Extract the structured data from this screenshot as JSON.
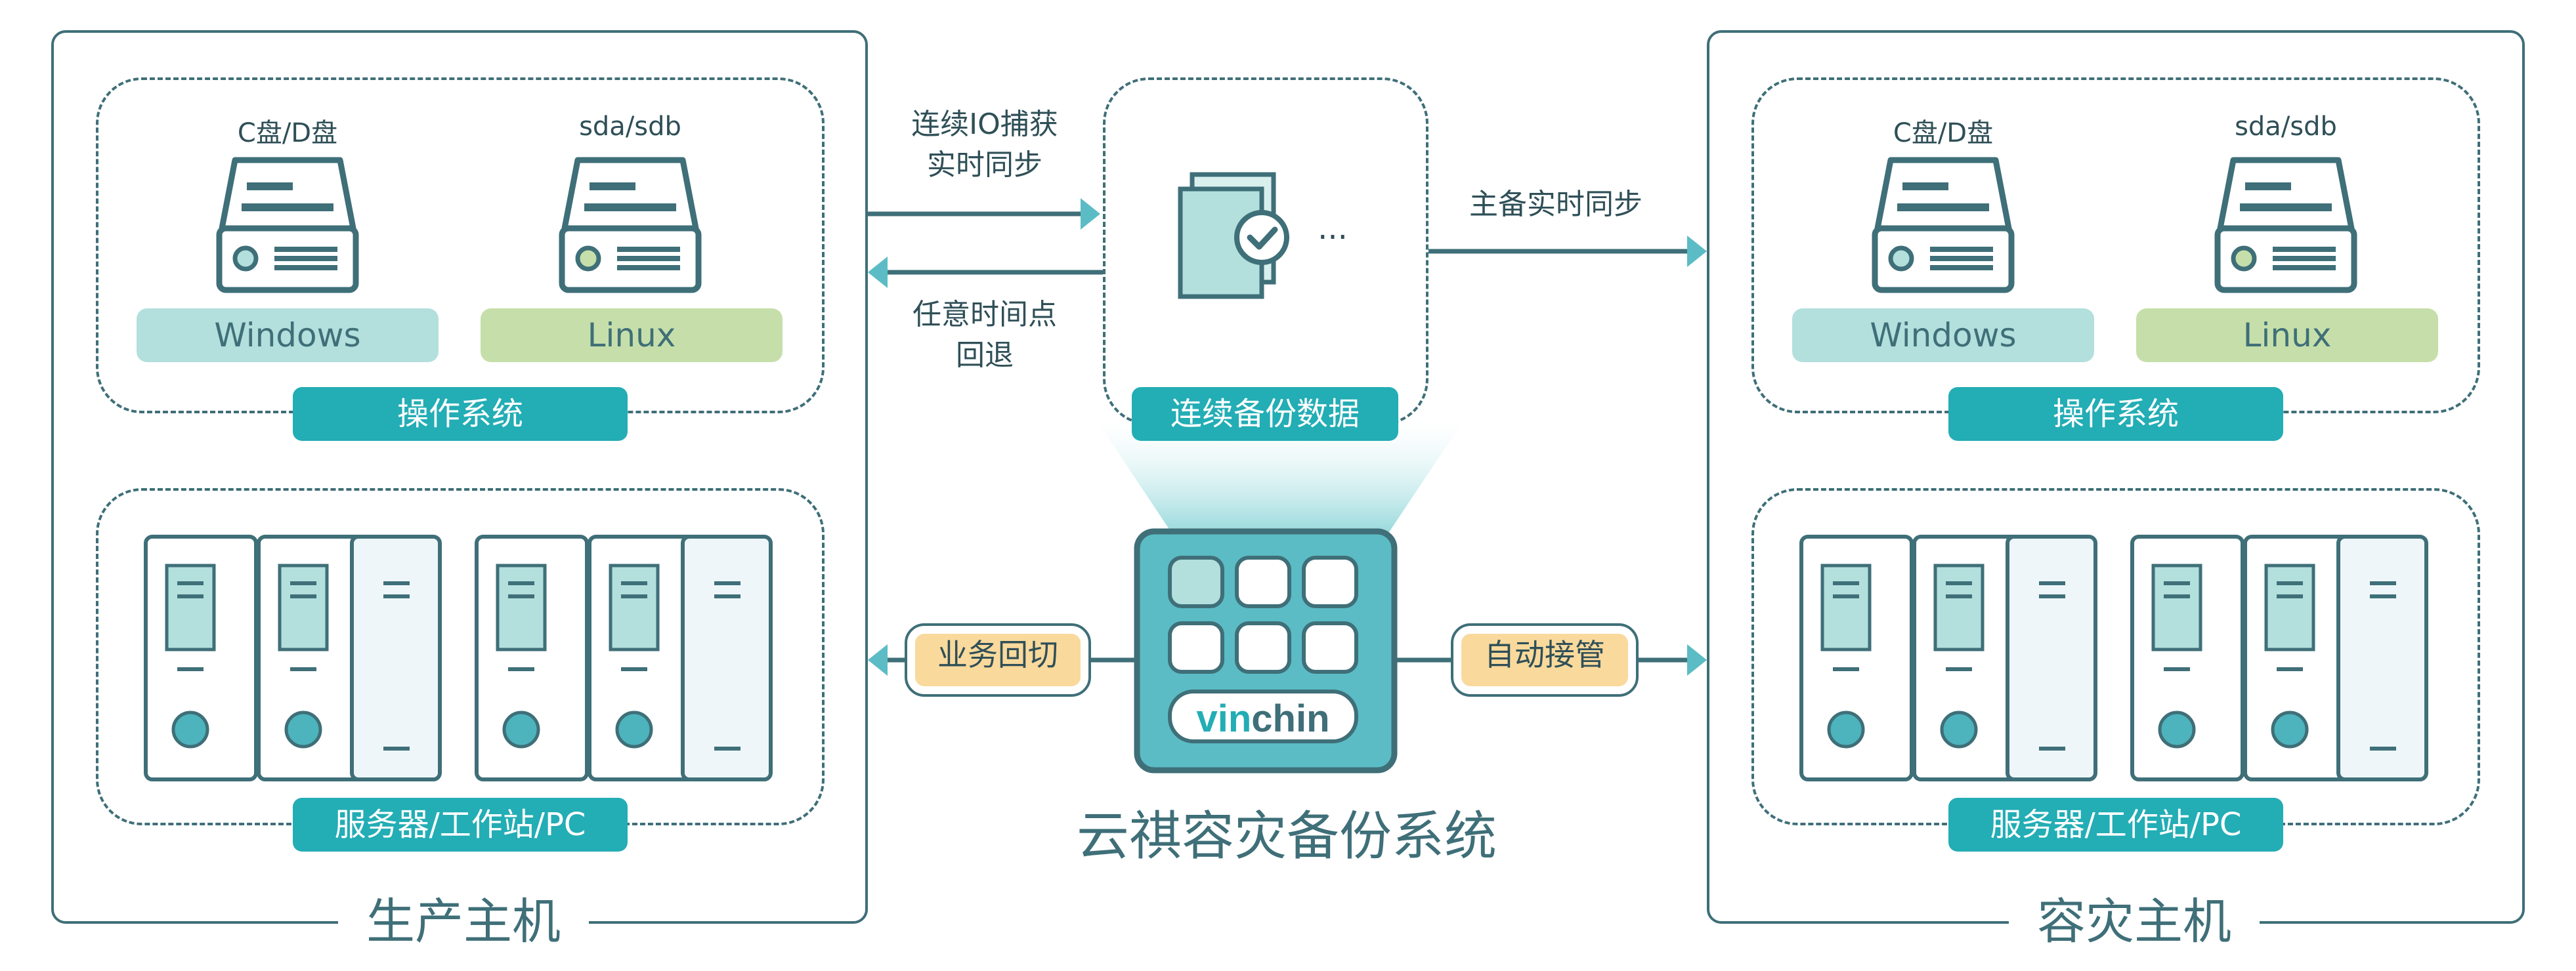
{
  "production_host": {
    "title": "生产主机",
    "disk_labels": [
      "C盘/D盘",
      "sda/sdb"
    ],
    "os_badges": [
      "Windows",
      "Linux"
    ],
    "os_pill": "操作系统",
    "server_pill": "服务器/工作站/PC"
  },
  "dr_host": {
    "title": "容灾主机",
    "disk_labels": [
      "C盘/D盘",
      "sda/sdb"
    ],
    "os_badges": [
      "Windows",
      "Linux"
    ],
    "os_pill": "操作系统",
    "server_pill": "服务器/工作站/PC"
  },
  "center": {
    "capture_line1": "连续IO捕获",
    "capture_line2": "实时同步",
    "rollback_line1": "任意时间点",
    "rollback_line2": "回退",
    "backup_pill": "连续备份数据",
    "ellipsis": "...",
    "standby_sync": "主备实时同步",
    "failback_tag": "业务回切",
    "takeover_tag": "自动接管",
    "logo_text_vin": "vin",
    "logo_text_chin": "chin",
    "system_name": "云祺容灾备份系统"
  },
  "colors": {
    "teal_dark": "#3f6f78",
    "teal_pill": "#23adb5",
    "teal_light": "#b3dfdd",
    "green_light": "#c6dfaa",
    "tag_fill": "#f9d99c",
    "core_fill": "#5bbcc5"
  }
}
